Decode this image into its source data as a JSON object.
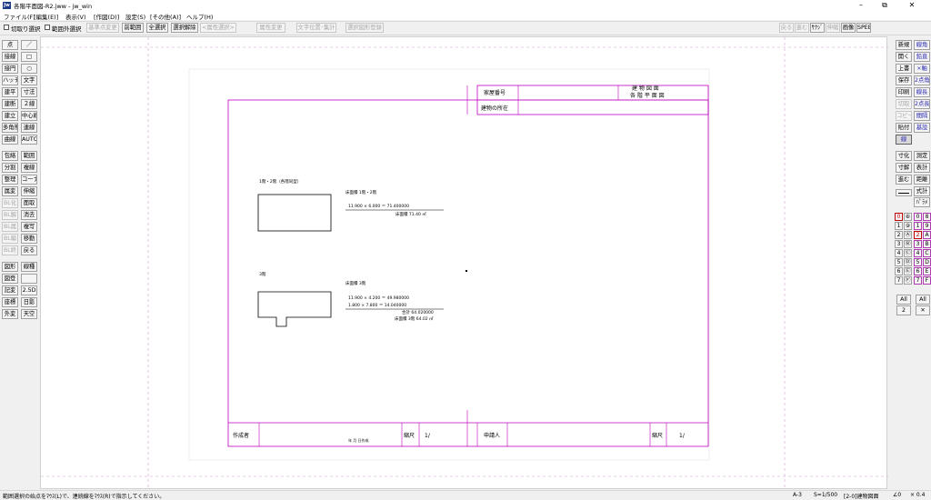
{
  "window": {
    "title": "各階平面図-R2.jww - jw_win",
    "app_icon": "Jw",
    "controls": [
      "minimize-icon",
      "restore-icon",
      "close-icon"
    ]
  },
  "menu": [
    "ファイル(F)",
    "[編集(E)]",
    "表示(V)",
    "[作図(D)]",
    "設定(S)",
    "[その他(A)]",
    "ヘルプ(H)"
  ],
  "toolbar": {
    "cut_select": "切取り選択",
    "outside_select": "範囲外選択",
    "base_point_change": "基準点変更",
    "prev_range": "前範囲",
    "select_all": "全選択",
    "deselect": "選択解除",
    "attr_select": "<属性選択>",
    "attr_change": "属性変更",
    "text_position": "文字位置･集計",
    "register_select": "選択図形登録",
    "undo": "戻る",
    "redo": "進む",
    "sxf": "ｻｸｼﾞ",
    "ita": "伸縮",
    "screen": "画像",
    "spe": "SPEB"
  },
  "left_tools": [
    [
      "点",
      "／"
    ],
    [
      "接線",
      "□"
    ],
    [
      "接円",
      "○"
    ],
    [
      "ハッチ",
      "文字"
    ],
    [
      "建平",
      "寸法"
    ],
    [
      "建断",
      "２線"
    ],
    [
      "建立",
      "中心線"
    ],
    [
      "多角形",
      "連線"
    ],
    [
      "曲線",
      "AUTO"
    ],
    [
      "包絡",
      "範囲"
    ],
    [
      "分割",
      "複線"
    ],
    [
      "整理",
      "コーナー"
    ],
    [
      "属変",
      "伸縮"
    ],
    [
      "BL化",
      "面取"
    ],
    [
      "BL解",
      "消去"
    ],
    [
      "BL属",
      "複写"
    ],
    [
      "BL編",
      "移動"
    ],
    [
      "BL終",
      "戻る"
    ],
    [
      "図形",
      "線種"
    ],
    [
      "図登",
      ""
    ],
    [
      "記変",
      "2.5D"
    ],
    [
      "座標",
      "日影"
    ],
    [
      "外変",
      "天空"
    ]
  ],
  "right_tools": {
    "file_column": [
      "新規",
      "開く",
      "上書",
      "保存",
      "印刷",
      "切取",
      "コピー",
      "貼付",
      "線",
      "寸化",
      "寸解",
      "進む"
    ],
    "measure_column": [
      "測定",
      "表計",
      "距離"
    ],
    "special_column": [
      "線角",
      "鉛直",
      "×軸",
      "2点角",
      "線長",
      "2点長",
      "間隔",
      "基設"
    ],
    "misc": [
      "式計",
      "ﾊﾟﾗﾒ"
    ],
    "layer_group_labels": [
      "0",
      "1",
      "2",
      "3",
      "4",
      "5",
      "6",
      "7"
    ],
    "layer_group_alt": [
      "⑧",
      "⑨",
      "Ⓐ",
      "Ⓑ",
      "Ⓒ",
      "Ⓓ",
      "Ⓔ",
      "Ⓕ"
    ],
    "layer_labels": [
      "0",
      "1",
      "2",
      "3",
      "4",
      "5",
      "6",
      "7"
    ],
    "layer_alt": [
      "8",
      "9",
      "A",
      "B",
      "C",
      "D",
      "E",
      "F"
    ],
    "all_label": "All",
    "layer_num": "2"
  },
  "drawing": {
    "kaoku_bango_label": "家屋番号",
    "tatemono_zumen": "建 物 図 面",
    "kakai_heimenzu": "各 階 平 面 図",
    "tatemono_shozai_label": "建物の所在",
    "floor1_label": "1階・2階（各階同型）",
    "floor1_area_title": "床面積 1階・2階",
    "floor1_calc": "11.900 × 6.000 ＝ 71.400000",
    "floor1_total": "床面積 71.40 ㎡",
    "floor3_label": "3階",
    "floor3_area_title": "床面積 3階",
    "floor3_calc1": "11.900 × 4.200 ＝ 49.980000",
    "floor3_calc2": "1.800 × 7.800 ＝ 14.040000",
    "floor3_sum": "合計 64.020000",
    "floor3_total": "床面積 3階 64.02 ㎡",
    "sakuseisha_label": "作成者",
    "date_format": "年 月 日作成",
    "scale_label": "縮尺",
    "scale_value": "1/",
    "shinseinin_label": "申請人",
    "scale_label2": "縮尺",
    "scale_value2": "1/"
  },
  "status": {
    "message": "範囲選択の始点をﾏｳｽ(L)で、連続線をﾏｳｽ(R)で指示してください。",
    "paper": "A-3",
    "scale": "S=1/500",
    "layer": "[2-0]建物図面",
    "angle": "∠0",
    "factor": "× 0.4"
  },
  "colors": {
    "drawing_frame": "#c000c0",
    "text": "#000000",
    "accent_blue": "#2a2ab0",
    "accent_red": "#c00000"
  }
}
